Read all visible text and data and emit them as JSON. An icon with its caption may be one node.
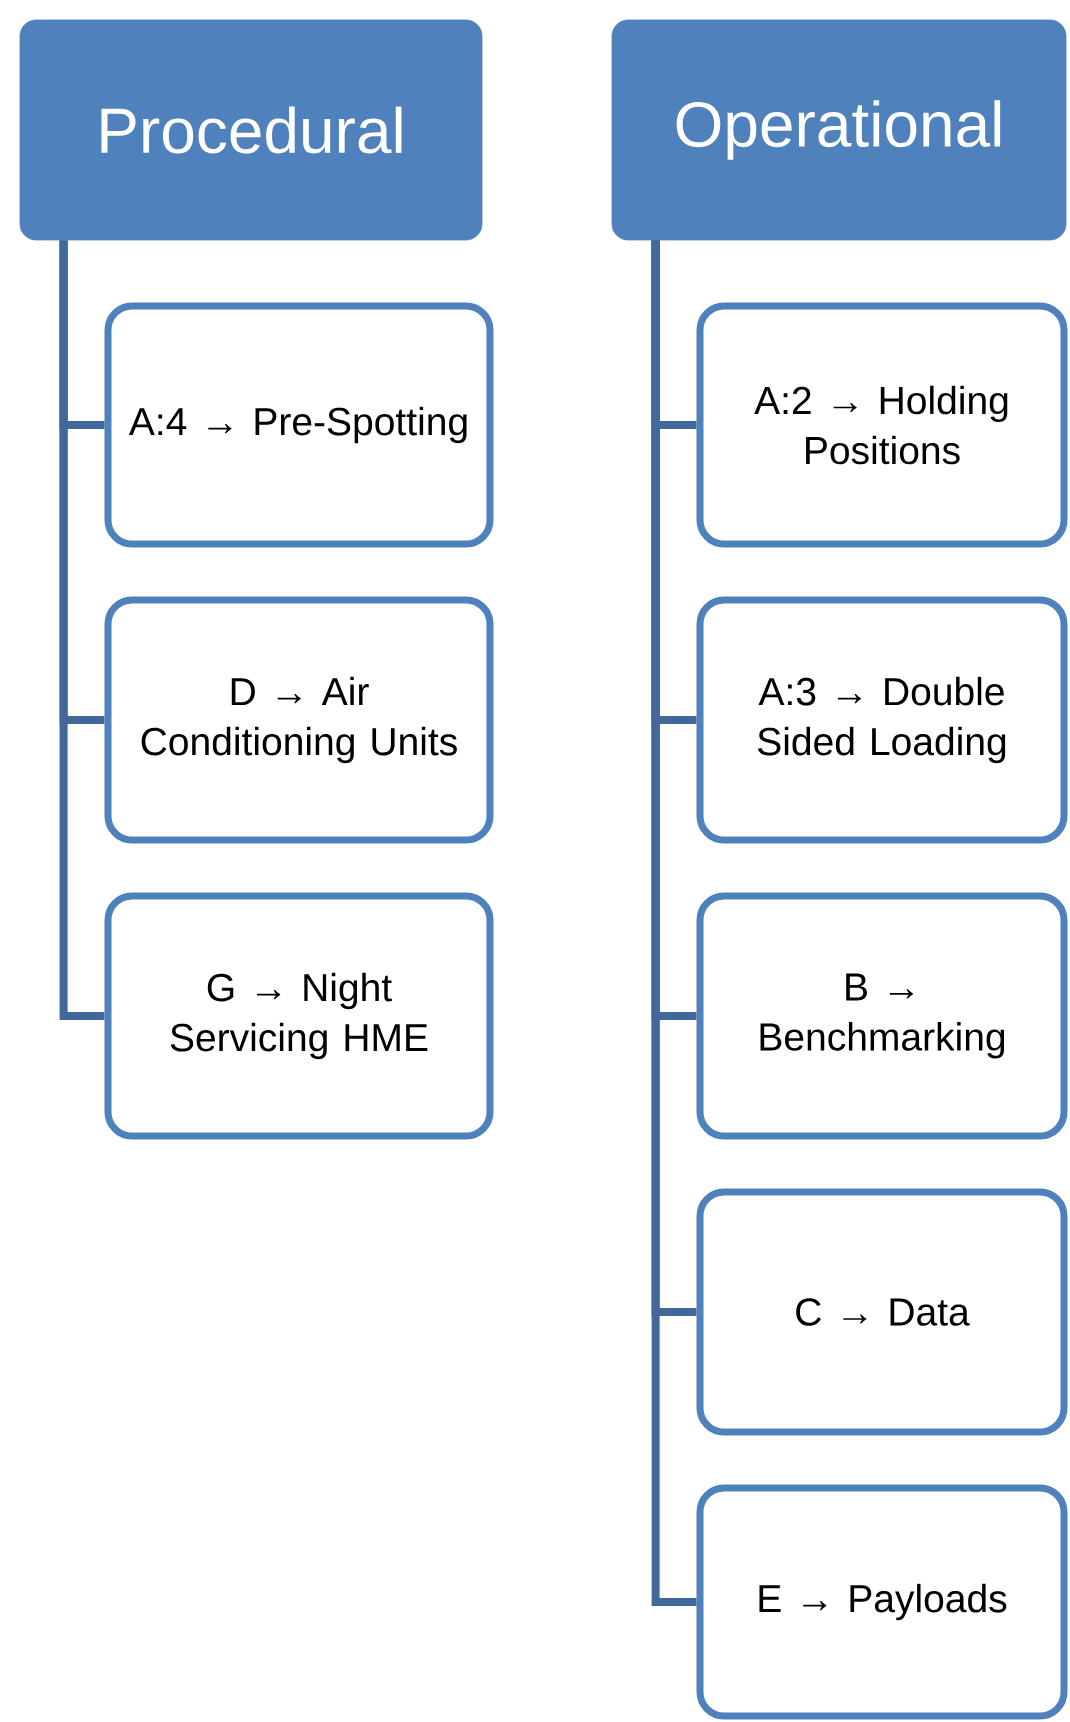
{
  "diagram": {
    "nodes": [
      {
        "text": [
          "Procedural"
        ]
      },
      {
        "text": [
          "A:4 → Pre-Spotting"
        ]
      },
      {
        "text": [
          "D → Air Conditioning Units"
        ]
      },
      {
        "text": [
          "G → Night Servicing HME"
        ]
      },
      {
        "text": [
          "Operational"
        ]
      },
      {
        "text": [
          "A:2 → Holding Positions"
        ]
      },
      {
        "text": [
          "A:3 → Double Sided Loading"
        ]
      },
      {
        "text": [
          "B → Benchmarking"
        ]
      },
      {
        "text": [
          "C → Data"
        ]
      },
      {
        "text": [
          "E → Payloads"
        ]
      }
    ],
    "edges": [
      {
        "from": 0,
        "to": 1,
        "arrow": "none"
      },
      {
        "from": 0,
        "to": 2,
        "arrow": "none"
      },
      {
        "from": 0,
        "to": 3,
        "arrow": "none"
      },
      {
        "from": 4,
        "to": 5,
        "arrow": "none"
      },
      {
        "from": 4,
        "to": 6,
        "arrow": "none"
      },
      {
        "from": 4,
        "to": 7,
        "arrow": "none"
      },
      {
        "from": 4,
        "to": 8,
        "arrow": "none"
      },
      {
        "from": 4,
        "to": 9,
        "arrow": "none"
      }
    ]
  }
}
